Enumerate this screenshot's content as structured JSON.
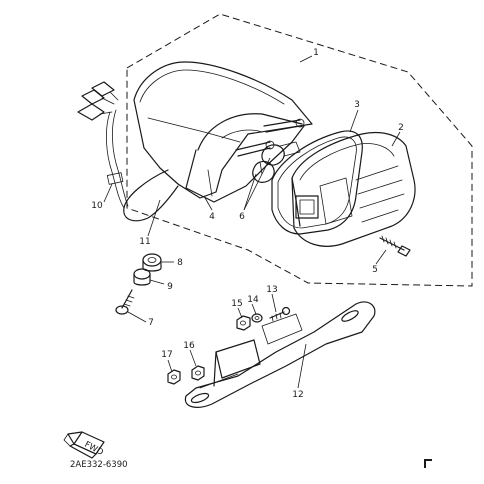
{
  "diagram": {
    "part_code": "2AE332-6390",
    "front_label": "FWD",
    "callouts": [
      "1",
      "2",
      "3",
      "4",
      "5",
      "6",
      "7",
      "8",
      "9",
      "10",
      "11",
      "12",
      "13",
      "14",
      "15",
      "16"
    ]
  }
}
